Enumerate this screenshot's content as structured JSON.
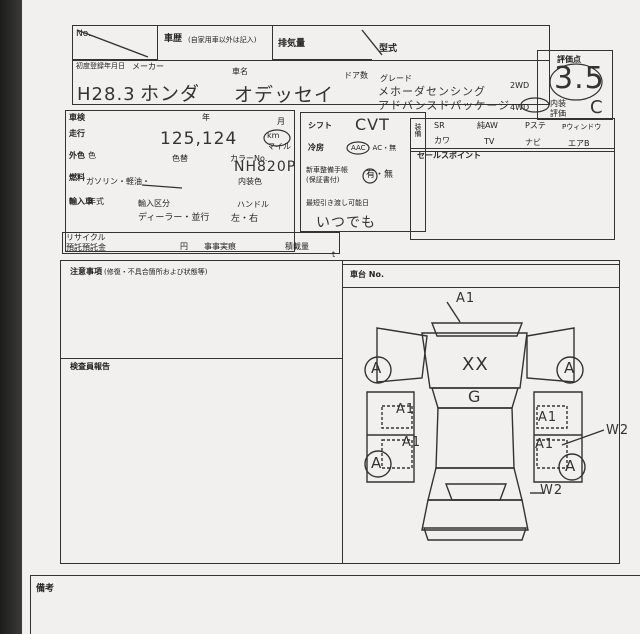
{
  "header": {
    "no_label": "No.",
    "history_label": "車歴",
    "history_note": "(自家用車以外は記入)",
    "displacement_label": "排気量",
    "model_code_label": "型式",
    "grade_label": "評価点",
    "first_reg_label": "初度登録年月日",
    "maker_label": "メーカー",
    "car_name_label": "車名",
    "doors_label": "ドア数",
    "grade_name_label": "グレード",
    "drive_2wd": "2WD",
    "drive_4wd": "4WD",
    "interior_label": "内装",
    "interior_sub": "評価"
  },
  "handwritten": {
    "first_reg": "H28.3",
    "maker": "ホンダ",
    "car_name": "オデッセイ",
    "grade_line1": "メホーダセンシング",
    "grade_line2": "アドバンスドパッケージ",
    "score": "3.5",
    "interior_score": "C",
    "mileage": "125,124",
    "color_no": "NH820P",
    "shift": "CVT",
    "min_delivery": "いつでも",
    "mark_front": "A1",
    "mark_left_front": "A",
    "mark_right_front": "A",
    "mark_left_rear": "A",
    "mark_right_rear": "A",
    "mark_hood": "XX",
    "mark_glass": "G",
    "mark_left_door_front": "A1",
    "mark_left_door_rear": "A1",
    "mark_right_door_front": "A1",
    "mark_right_door_rear": "A1",
    "mark_w2_upper": "W2",
    "mark_w2_lower": "W2"
  },
  "spec": {
    "inspection_label": "車検",
    "year_label": "年",
    "month_label": "月",
    "mileage_label": "走行",
    "km_label": "km",
    "mile_label": "マイル",
    "color_group": "外色",
    "color_label": "色",
    "color_change_label": "色替",
    "color_no_label": "カラーNo.",
    "interior_color_label": "内装色",
    "fuel_group": "燃料",
    "fuel_types": "ガソリン・軽油・",
    "import_group": "輸入車",
    "import_model_label": "年式",
    "import_type_label": "輸入区分",
    "handle_label": "ハンドル",
    "dealer_label": "ディーラー・並行",
    "handle_value": "左・右",
    "recycle_label": "リサイクル",
    "recycle_deposit": "預託預託金",
    "yen_label": "円",
    "accident_label": "事事実痕",
    "loaded_label": "積載量",
    "ton_label": "t"
  },
  "options": {
    "shift_label": "シフト",
    "aircon_label": "冷房",
    "aircon_values": "AAC・AC・無",
    "aac_circled": "AAC",
    "maintenance_label": "新車整備手帳",
    "maintenance_sub": "(保証書付)",
    "maintenance_values": "有・無",
    "delivery_label": "最短引き渡し可能日",
    "equip_side": "装備",
    "equip_items": [
      "SR",
      "純AW",
      "Pステ",
      "Pウィンドウ",
      "カワ",
      "TV",
      "ナビ",
      "エアB"
    ],
    "selling_points_label": "セールスポイント"
  },
  "notes": {
    "caution_label": "注意事項",
    "caution_note": "(修復・不具合箇所および状態等)",
    "inspector_label": "検査員報告",
    "chassis_label": "車台 No.",
    "remarks_label": "備考"
  },
  "colors": {
    "paper": "#f1f0ee",
    "ink": "#333333",
    "handwriting": "#3a3a3a"
  }
}
